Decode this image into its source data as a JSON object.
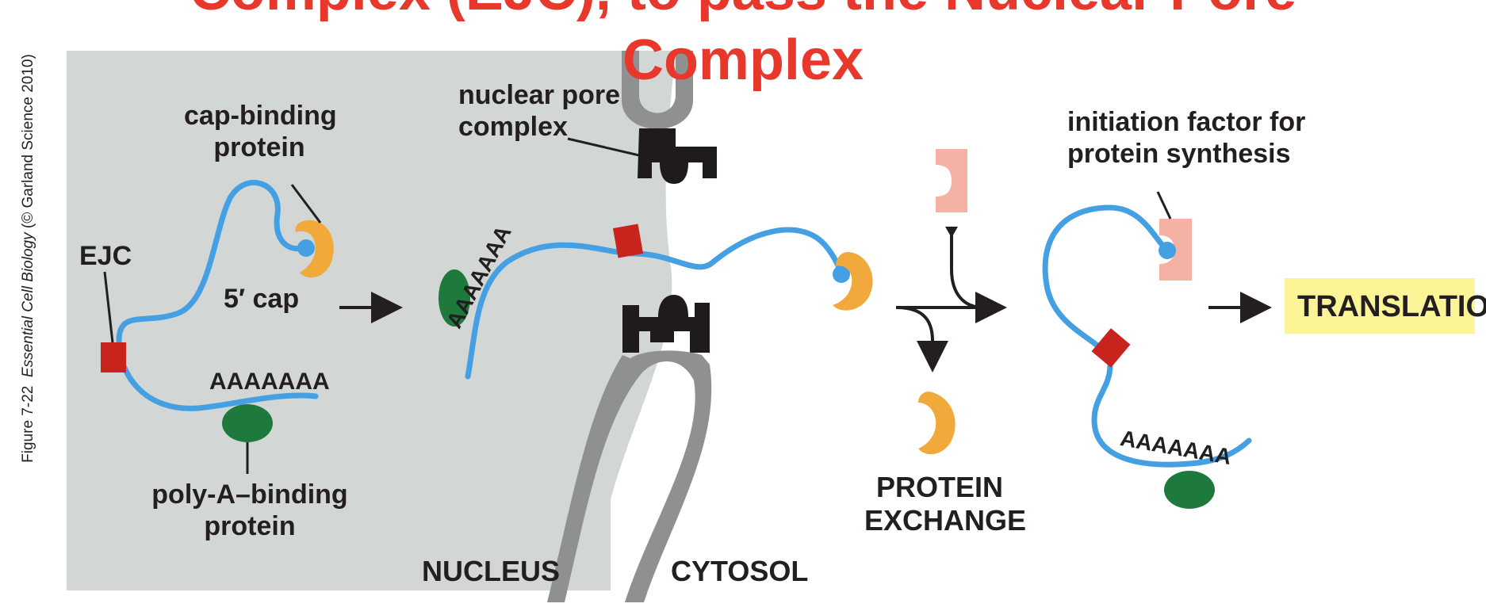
{
  "title": {
    "line1": "Complex (EJC), to pass the Nuclear Pore",
    "line2": "Complex"
  },
  "side_caption": {
    "figure": "Figure 7-22",
    "book": "Essential Cell Biology",
    "credit": "(© Garland Science 2010)"
  },
  "labels": {
    "cap_binding_protein": "cap-binding protein",
    "cap_binding_line1": "cap-binding",
    "cap_binding_line2": "protein",
    "ejc": "EJC",
    "five_prime_cap": "5′ cap",
    "poly_a_tail_left": "AAAAAAA",
    "poly_a_binding_line1": "poly-A–binding",
    "poly_a_binding_line2": "protein",
    "nuclear_pore_line1": "nuclear pore",
    "nuclear_pore_line2": "complex",
    "poly_a_tail_middle": "AAAAAAA",
    "nucleus": "NUCLEUS",
    "cytosol": "CYTOSOL",
    "initiation_line1": "initiation factor for",
    "initiation_line2": "protein synthesis",
    "protein_exchange_line1": "PROTEIN",
    "protein_exchange_line2": "EXCHANGE",
    "poly_a_tail_right": "AAAAAAA",
    "translation": "TRANSLATION"
  },
  "colors": {
    "title": "#e8372b",
    "nucleus_fill": "#d2d6d5",
    "mrna": "#45a0e3",
    "ejc": "#c8241d",
    "cap_binding": "#f2a93b",
    "poly_a_binding": "#1e7a3c",
    "initiation_factor": "#f4b1a4",
    "pore_dark": "#1f1a1c",
    "pore_gray": "#8e9091",
    "translation_highlight": "#fbf597"
  }
}
